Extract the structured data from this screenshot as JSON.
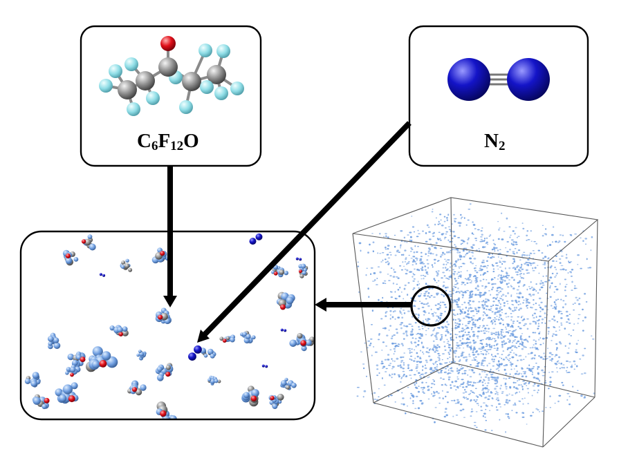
{
  "molecules": {
    "c6f12o": {
      "parts": [
        {
          "base": "C",
          "sub": "6"
        },
        {
          "base": "F",
          "sub": "12"
        },
        {
          "base": "O",
          "sub": ""
        }
      ]
    },
    "n2": {
      "parts": [
        {
          "base": "N",
          "sub": "2"
        }
      ]
    }
  },
  "colors": {
    "carbon": "#8c8c8c",
    "fluorine": "#8fdde6",
    "oxygen": "#e0101a",
    "nitrogen": "#1414c8",
    "cluster_blue": "#6f9ee0",
    "box_edge": "#555555",
    "arrow": "#000000"
  },
  "icons": [
    "c6f12o-molecule-icon",
    "n2-molecule-icon",
    "simulation-box-icon",
    "zoom-circle-icon"
  ]
}
